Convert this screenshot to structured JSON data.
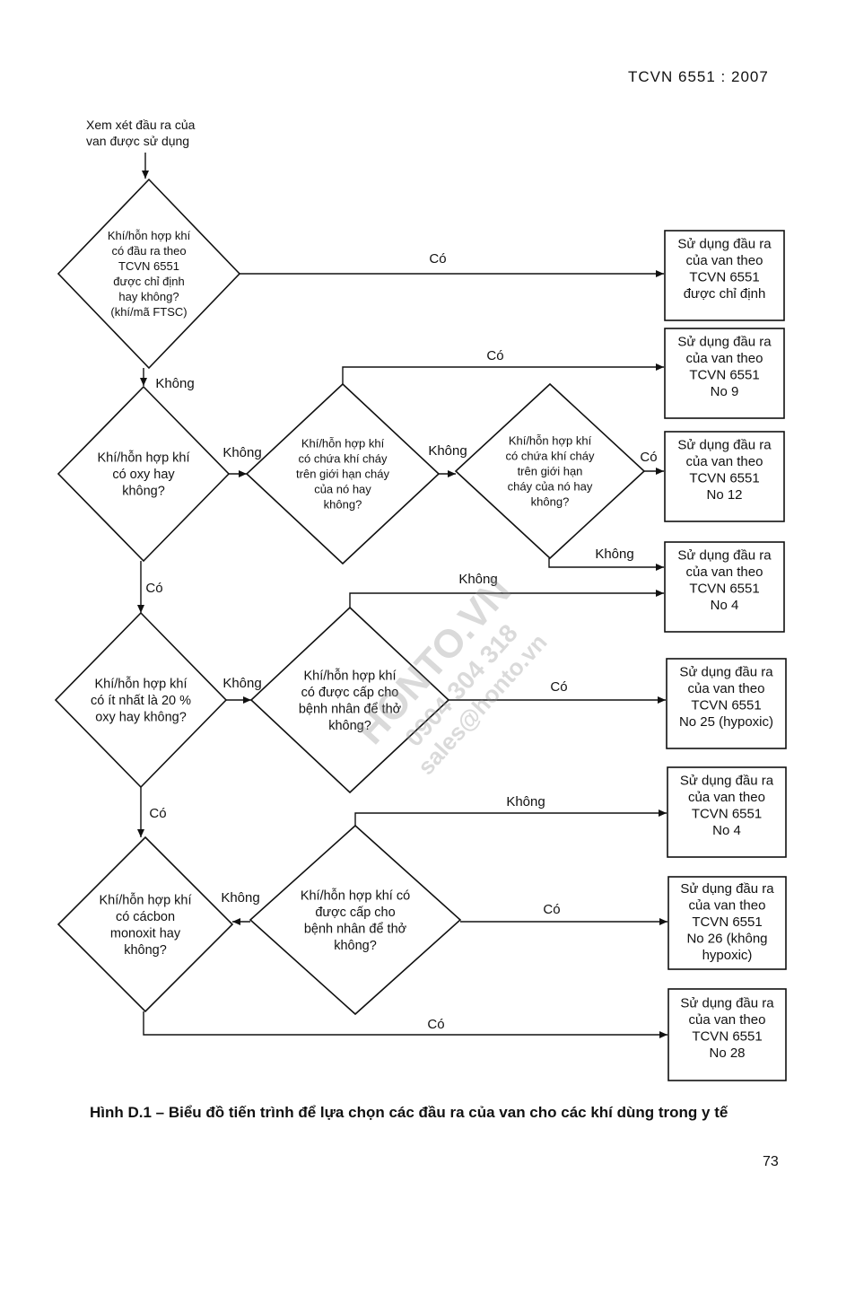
{
  "header": {
    "standard": "TCVN 6551 : 2007"
  },
  "start": {
    "lines": [
      "Xem xét đầu ra của",
      "van được sử dụng"
    ]
  },
  "decisions": [
    {
      "id": "d1",
      "lines": [
        "Khí/hỗn hợp khí",
        "có đầu ra theo",
        "TCVN 6551",
        "được chỉ định",
        "hay không?",
        "(khí/mã FTSC)"
      ]
    },
    {
      "id": "d2",
      "lines": [
        "Khí/hỗn hợp khí",
        "có oxy hay",
        "không?"
      ]
    },
    {
      "id": "d3",
      "lines": [
        "Khí/hỗn hợp khí",
        "có chứa khí cháy",
        "trên giới hạn cháy",
        "của nó hay",
        "không?"
      ]
    },
    {
      "id": "d4",
      "lines": [
        "Khí/hỗn hợp khí",
        "có chứa khí cháy",
        "trên giới hạn",
        "cháy của nó hay",
        "không?"
      ]
    },
    {
      "id": "d5",
      "lines": [
        "Khí/hỗn hợp khí",
        "có ít nhất là 20 %",
        "oxy hay không?"
      ]
    },
    {
      "id": "d6",
      "lines": [
        "Khí/hỗn hợp khí",
        "có được cấp cho",
        "bệnh nhân để thở",
        "không?"
      ]
    },
    {
      "id": "d7",
      "lines": [
        "Khí/hỗn hợp khí",
        "có cácbon",
        "monoxit hay",
        "không?"
      ]
    },
    {
      "id": "d8",
      "lines": [
        "Khí/hỗn hợp khí có",
        "được cấp cho",
        "bệnh nhân để thở",
        "không?"
      ]
    }
  ],
  "outcomes": [
    {
      "id": "o1",
      "lines": [
        "Sử dụng đầu ra",
        "của van theo",
        "TCVN 6551",
        "được chỉ định"
      ]
    },
    {
      "id": "o2",
      "lines": [
        "Sử dụng đầu ra",
        "của van theo",
        "TCVN 6551",
        "No 9"
      ]
    },
    {
      "id": "o3",
      "lines": [
        "Sử dụng đầu ra",
        "của van theo",
        "TCVN 6551",
        "No 12"
      ]
    },
    {
      "id": "o4",
      "lines": [
        "Sử dụng đầu ra",
        "của van theo",
        "TCVN 6551",
        "No 4"
      ]
    },
    {
      "id": "o5",
      "lines": [
        "Sử dụng đầu ra",
        "của van theo",
        "TCVN 6551",
        "No 25 (hypoxic)"
      ]
    },
    {
      "id": "o6",
      "lines": [
        "Sử dụng đầu ra",
        "của van theo",
        "TCVN 6551",
        "No 4"
      ]
    },
    {
      "id": "o7",
      "lines": [
        "Sử dụng đầu ra",
        "của van theo",
        "TCVN 6551",
        "No 26 (không",
        "hypoxic)"
      ]
    },
    {
      "id": "o8",
      "lines": [
        "Sử dụng đầu ra",
        "của van theo",
        "TCVN 6551",
        "No 28"
      ]
    }
  ],
  "edge_labels": {
    "yes": "Có",
    "no": "Không"
  },
  "watermark": {
    "line1": "HONTO.VN",
    "line2": "0904 304 318",
    "line3": "sales@honto.vn"
  },
  "caption": "Hình D.1 – Biểu đồ tiến trình để lựa chọn các đầu ra của van cho các khí dùng trong y tế",
  "page_number": "73"
}
